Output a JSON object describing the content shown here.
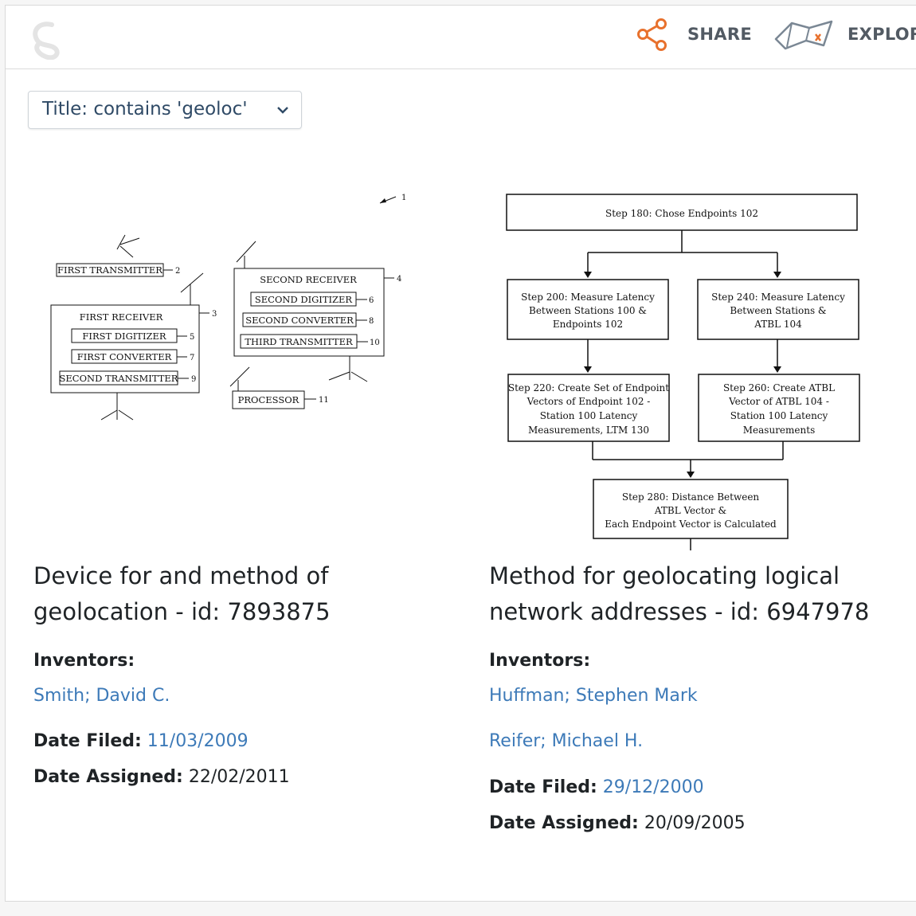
{
  "header": {
    "share_label": "SHARE",
    "explore_label": "EXPLOR"
  },
  "filter": {
    "selected": "Title: contains 'geoloc'"
  },
  "colors": {
    "accent_orange": "#e8712d",
    "link_blue": "#3d7ab8",
    "text_dark": "#1f2326",
    "header_gray": "#525a63"
  },
  "results": [
    {
      "title_line1": "Device for and method of",
      "title_line2": "geolocation - id: 7893875",
      "inventors_label": "Inventors:",
      "inventors": [
        "Smith; David C."
      ],
      "date_filed_label": "Date Filed:",
      "date_filed": "11/03/2009",
      "date_assigned_label": "Date Assigned:",
      "date_assigned": "22/02/2011",
      "figure": {
        "ref": "1",
        "first_transmitter": "FIRST TRANSMITTER",
        "first_transmitter_ref": "2",
        "first_receiver": "FIRST RECEIVER",
        "first_receiver_ref": "3",
        "first_digitizer": "FIRST DIGITIZER",
        "first_digitizer_ref": "5",
        "first_converter": "FIRST CONVERTER",
        "first_converter_ref": "7",
        "second_transmitter": "SECOND TRANSMITTER",
        "second_transmitter_ref": "9",
        "second_receiver": "SECOND RECEIVER",
        "second_receiver_ref": "4",
        "second_digitizer": "SECOND DIGITIZER",
        "second_digitizer_ref": "6",
        "second_converter": "SECOND CONVERTER",
        "second_converter_ref": "8",
        "third_transmitter": "THIRD TRANSMITTER",
        "third_transmitter_ref": "10",
        "processor": "PROCESSOR",
        "processor_ref": "11"
      }
    },
    {
      "title_line1": "Method for geolocating logical",
      "title_line2": "network addresses - id: 6947978",
      "inventors_label": "Inventors:",
      "inventors": [
        "Huffman; Stephen Mark",
        "Reifer; Michael H."
      ],
      "date_filed_label": "Date Filed:",
      "date_filed": "29/12/2000",
      "date_assigned_label": "Date Assigned:",
      "date_assigned": "20/09/2005",
      "figure": {
        "step180": "Step 180:  Chose Endpoints 102",
        "step200": [
          "Step 200:  Measure Latency",
          "Between Stations 100 &",
          "Endpoints 102"
        ],
        "step240": [
          "Step 240:  Measure Latency",
          "Between Stations &",
          "ATBL 104"
        ],
        "step220": [
          "Step 220: Create Set of Endpoint",
          "Vectors of Endpoint 102 -",
          "Station 100 Latency",
          "Measurements, LTM 130"
        ],
        "step260": [
          "Step 260:  Create ATBL",
          "Vector of ATBL 104 -",
          "Station 100 Latency",
          "Measurements"
        ],
        "step280": [
          "Step 280:  Distance Between",
          "ATBL Vector &",
          "Each Endpoint Vector is Calculated"
        ]
      }
    }
  ]
}
